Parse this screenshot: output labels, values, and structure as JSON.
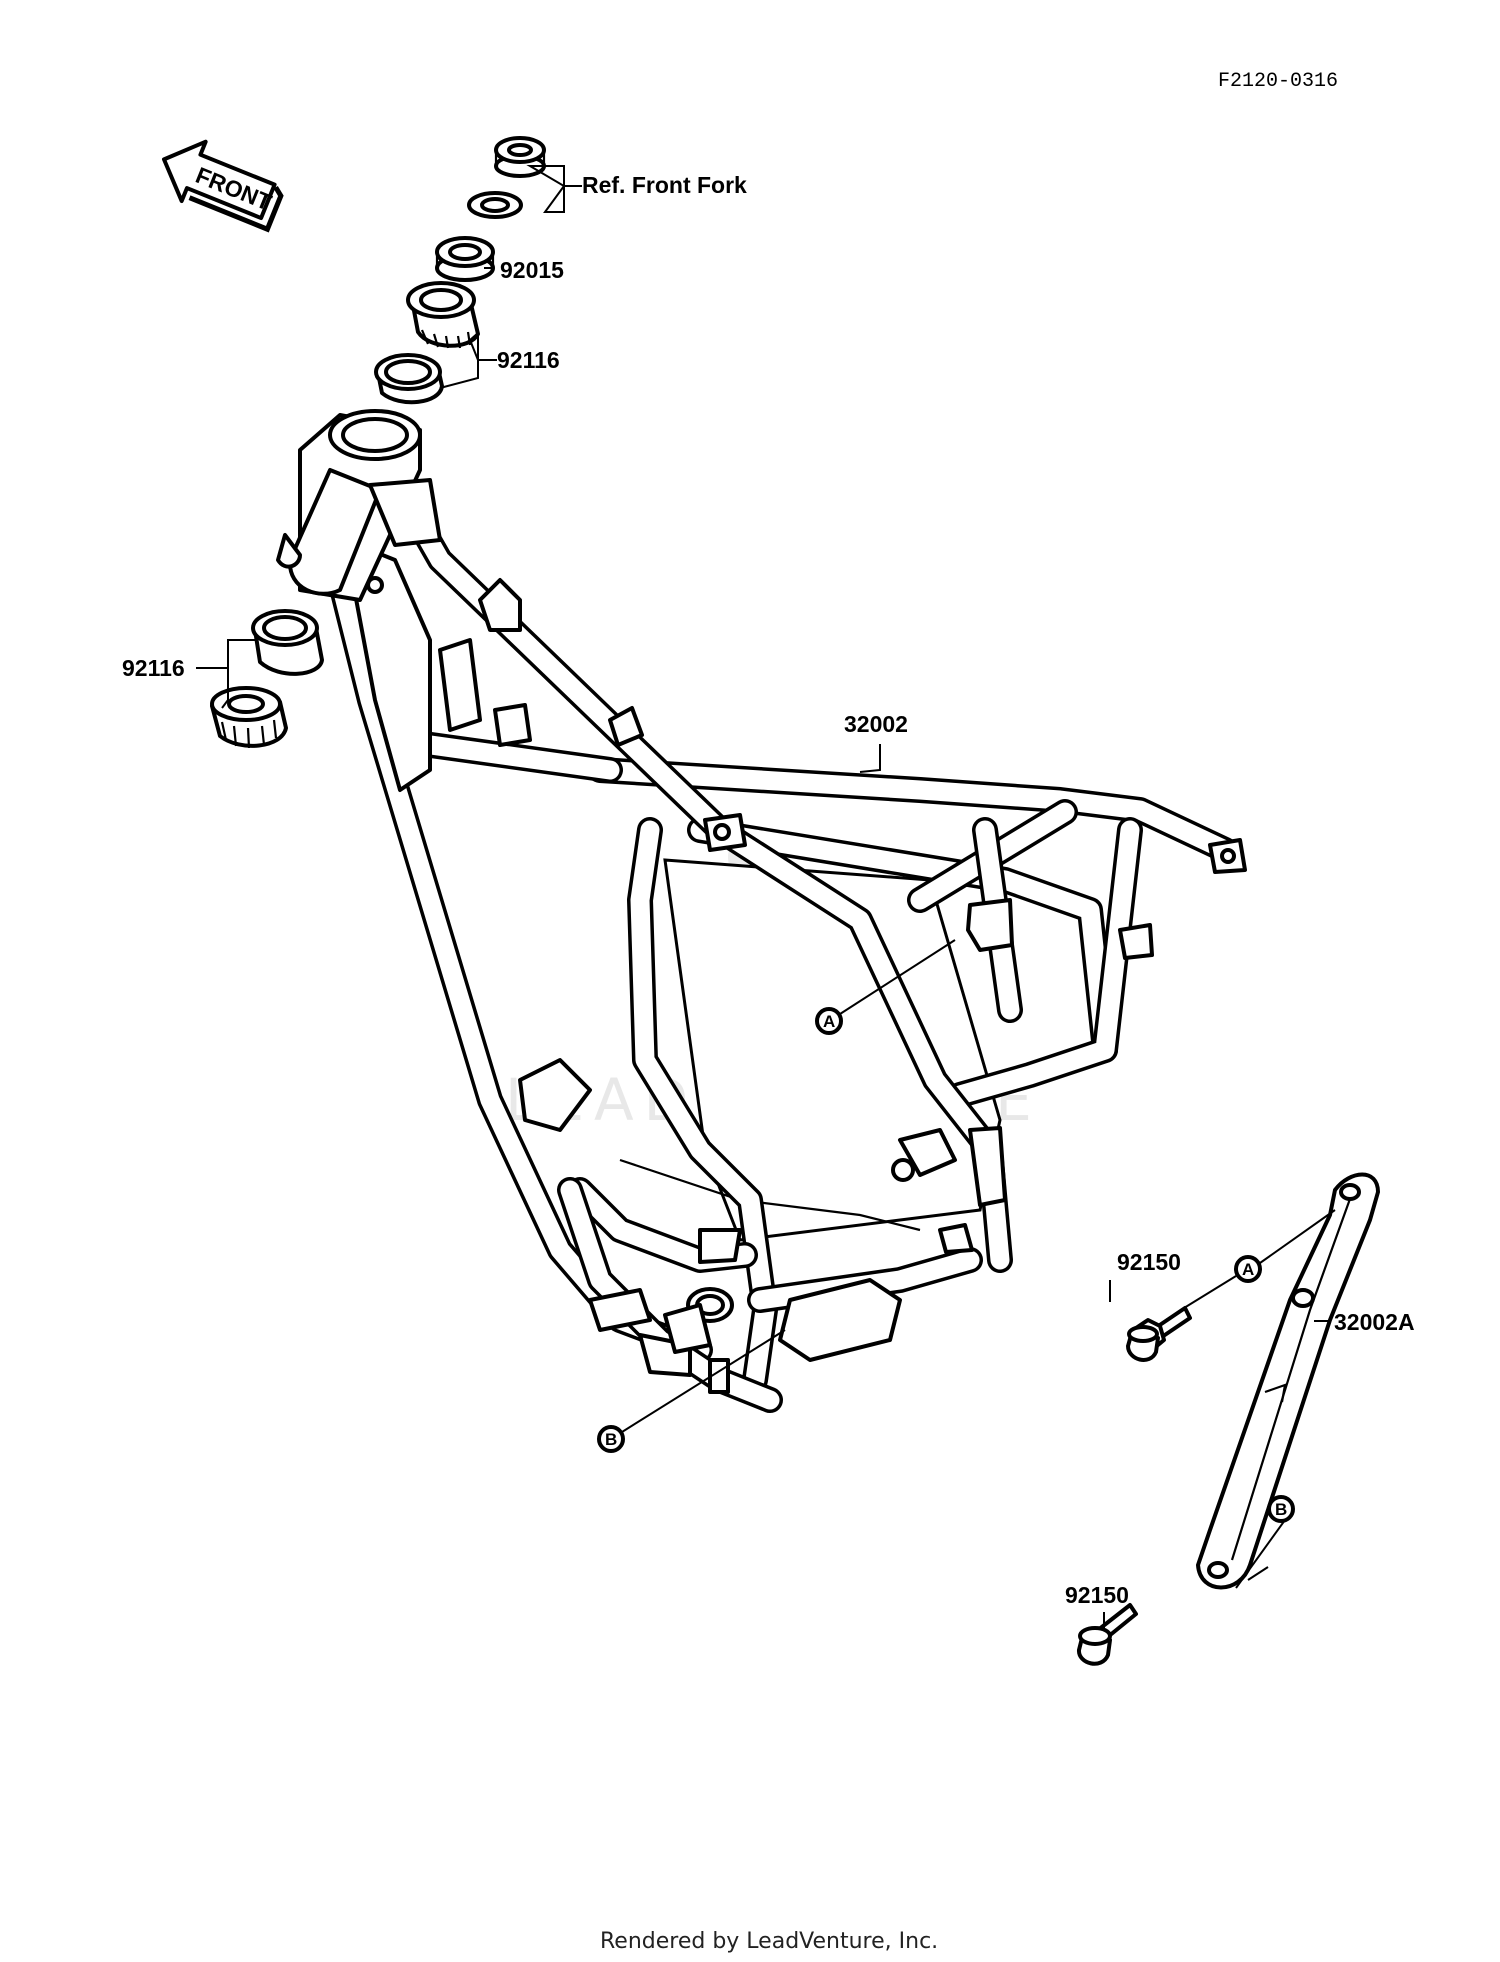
{
  "diagram_code": "F2120-0316",
  "front_arrow_label": "FRONT",
  "watermark_text": "LEADVENTURE",
  "footer_text": "Rendered by LeadVenture, Inc.",
  "callouts": {
    "ref_front_fork": "Ref. Front Fork",
    "part_92015": "92015",
    "part_92116_top": "92116",
    "part_92116_left": "92116",
    "part_32002": "32002",
    "part_92150_top": "92150",
    "part_32002a": "32002A",
    "part_92150_bottom": "92150"
  },
  "markers": {
    "a_frame": "A",
    "b_frame": "B",
    "a_bracket": "A",
    "b_bracket": "B"
  }
}
